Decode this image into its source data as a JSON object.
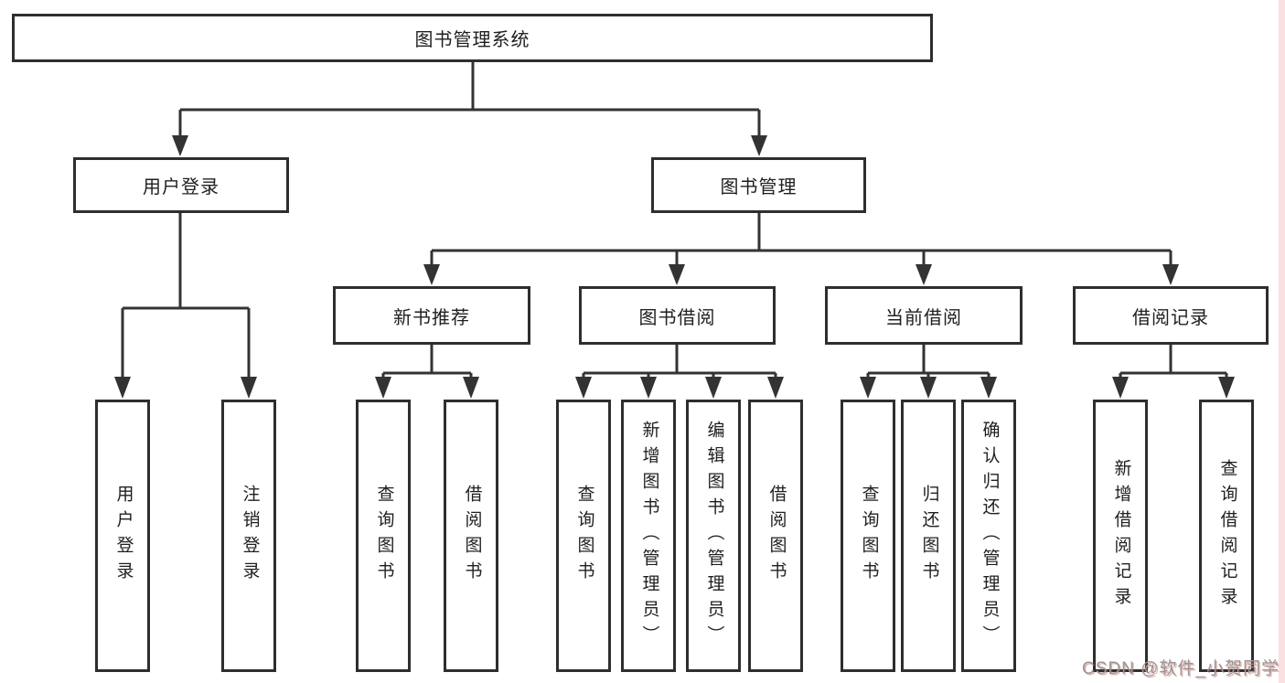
{
  "diagram": {
    "root": {
      "label": "图书管理系统"
    },
    "level2": {
      "user_login": {
        "label": "用户登录"
      },
      "book_management": {
        "label": "图书管理"
      }
    },
    "level3": {
      "new_book_recommend": {
        "label": "新书推荐"
      },
      "book_borrow": {
        "label": "图书借阅"
      },
      "current_borrow": {
        "label": "当前借阅"
      },
      "borrow_records": {
        "label": "借阅记录"
      }
    },
    "leaves": {
      "user_login": {
        "label": "用户登录"
      },
      "logout": {
        "label": "注销登录"
      },
      "query_books_recommend": {
        "label": "查询图书"
      },
      "borrow_books_recommend": {
        "label": "借阅图书"
      },
      "query_books_borrow": {
        "label": "查询图书"
      },
      "add_books_admin": {
        "label": "新增图书（管理员）"
      },
      "edit_books_admin": {
        "label": "编辑图书（管理员）"
      },
      "borrow_books": {
        "label": "借阅图书"
      },
      "query_books_current": {
        "label": "查询图书"
      },
      "return_books": {
        "label": "归还图书"
      },
      "confirm_return_admin": {
        "label": "确认归还（管理员）"
      },
      "add_borrow_record": {
        "label": "新增借阅记录"
      },
      "query_borrow_record": {
        "label": "查询借阅记录"
      }
    }
  },
  "watermark": {
    "text": "CSDN @软件_小贺同学"
  },
  "colors": {
    "line": "#333333",
    "border": "#2e2e2e",
    "text": "#1f1f1f",
    "watermark_gray": "#979797",
    "watermark_red_shadow": "#c45c50",
    "edge_strip_pink": "#f8e0e0",
    "background": "#ffffff"
  }
}
